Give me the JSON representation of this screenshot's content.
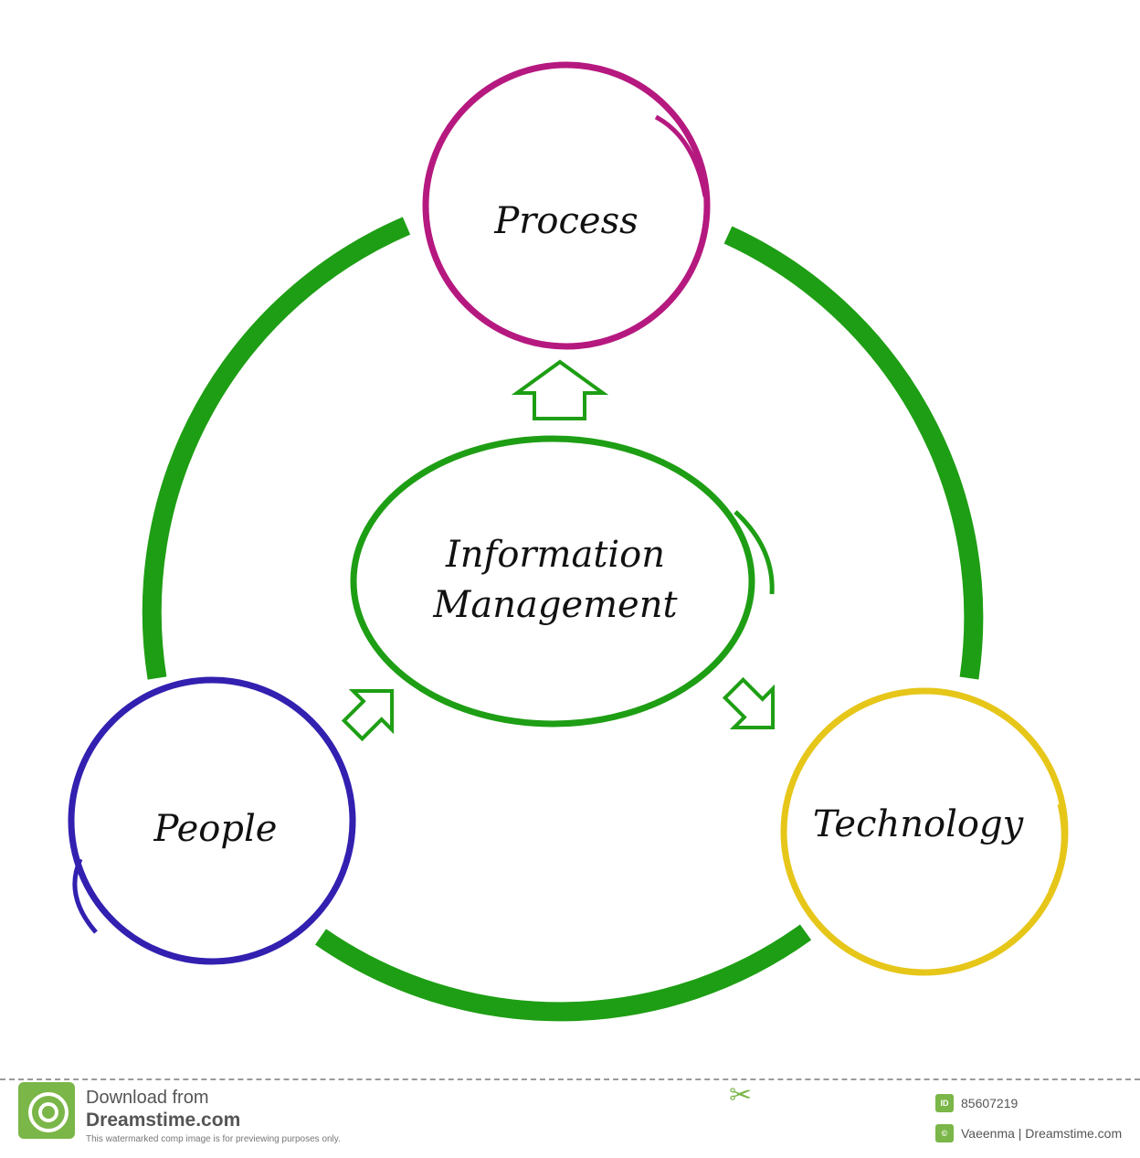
{
  "diagram": {
    "center": "Information Management",
    "center_line1": "Information",
    "center_line2": "Management",
    "nodes": {
      "process": "Process",
      "people": "People",
      "technology": "Technology"
    },
    "colors": {
      "ring": "#1e9e14",
      "process": "#b5197f",
      "people": "#3220b0",
      "technology": "#e6c619",
      "arrows": "#1e9e14"
    }
  },
  "footer": {
    "download_line1": "Download from",
    "download_line2": "Dreamstime.com",
    "disclaimer": "This watermarked comp image is for previewing purposes only.",
    "image_id": "85607219",
    "credit": "Vaeenma | Dreamstime.com",
    "id_badge": "ID",
    "credit_badge": "©"
  }
}
